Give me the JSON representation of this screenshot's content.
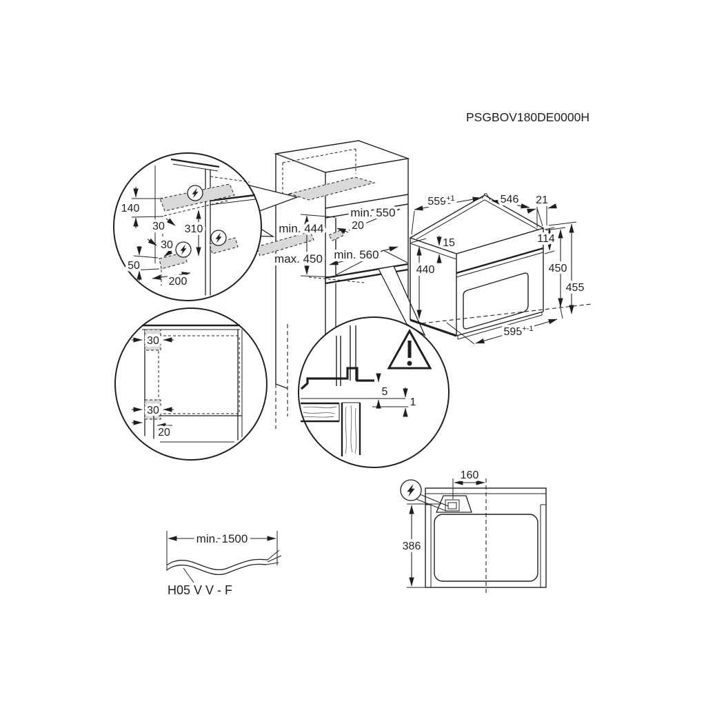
{
  "product_code": "PSGBOV180DE0000H",
  "colors": {
    "line": "#1f1f1f",
    "connection_zone_fill": "#d9d9d9",
    "background": "#ffffff"
  },
  "detail_connection_zones": {
    "top_height": "140",
    "inset_top": "30",
    "spacing": "310",
    "inset_bottom": "30",
    "bottom_height": "50",
    "bottom_width": "200"
  },
  "niche": {
    "height_min": "min. 444",
    "height_max": "max. 450",
    "depth_min": "min. 550",
    "connection_setback": "20",
    "width_min": "min. 560"
  },
  "oven": {
    "top_width": "559",
    "top_width_tol": "+1",
    "top_depth": "546",
    "front_overhang": "21",
    "top_inset": "15",
    "panel_height": "114",
    "body_height": "440",
    "height": "450",
    "total_height": "455",
    "front_width": "595",
    "front_width_tol": "+-1"
  },
  "detail_side_panel": {
    "zone_width_top": "30",
    "zone_width_bottom": "30",
    "front_setback": "20"
  },
  "detail_front_gap": {
    "top_gap": "5",
    "bottom_gap": "1"
  },
  "power_cable": {
    "min_length": "min. 1500",
    "type": "H05 V V - F"
  },
  "rear_view": {
    "horizontal_offset": "160",
    "vertical_offset": "386"
  },
  "icons": {
    "power": "lightning-bolt-icon",
    "warning": "warning-triangle-icon"
  }
}
